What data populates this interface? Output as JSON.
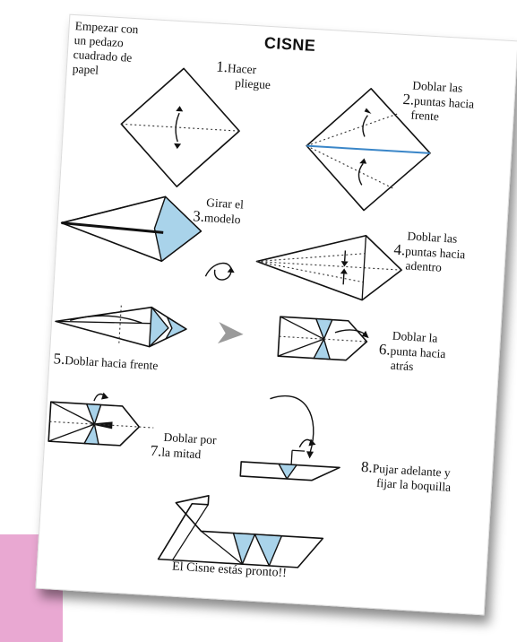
{
  "title": "CISNE",
  "intro": [
    "Empezar con",
    "un pedazo",
    "cuadrado de",
    "papel"
  ],
  "steps": [
    {
      "num": "1.",
      "lines": [
        "Hacer",
        "pliegue"
      ]
    },
    {
      "num": "2.",
      "lines": [
        "Doblar las",
        "puntas hacia",
        "frente"
      ]
    },
    {
      "num": "3.",
      "lines": [
        "Girar el",
        "modelo"
      ]
    },
    {
      "num": "4.",
      "lines": [
        "Doblar las",
        "puntas hacia",
        "adentro"
      ]
    },
    {
      "num": "5.",
      "lines": [
        "Doblar hacia frente"
      ]
    },
    {
      "num": "6.",
      "lines": [
        "Doblar la",
        "punta hacia",
        "atrás"
      ]
    },
    {
      "num": "7.",
      "lines": [
        "Doblar por",
        "la mitad"
      ]
    },
    {
      "num": "8.",
      "lines": [
        "Pujar adelante y",
        "fijar la boquilla"
      ]
    }
  ],
  "footer": "El Cisne estás pronto!!",
  "colors": {
    "paper_blue": "#a9d3ea",
    "pink_block": "#e9a8d2",
    "next_arrow": "#9a9a9a"
  },
  "icons": {
    "step3_rotate": "rotate-icon",
    "step5_to_6": "next-arrow-icon"
  }
}
